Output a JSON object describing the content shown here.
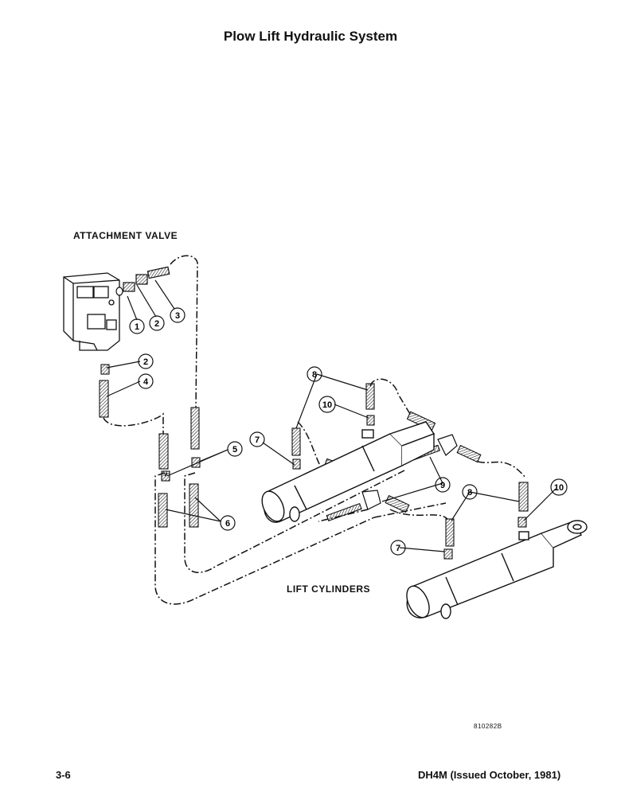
{
  "title": "Plow Lift Hydraulic System",
  "labels": {
    "attachment_valve": "ATTACHMENT VALVE",
    "lift_cylinders": "LIFT CYLINDERS"
  },
  "drawing_number": "810282B",
  "footer": {
    "page_number": "3-6",
    "document": "DH4M (Issued October, 1981)"
  },
  "callouts": [
    {
      "id": "c1",
      "text": "1"
    },
    {
      "id": "c2a",
      "text": "2"
    },
    {
      "id": "c3",
      "text": "3"
    },
    {
      "id": "c2b",
      "text": "2"
    },
    {
      "id": "c4",
      "text": "4"
    },
    {
      "id": "c5",
      "text": "5"
    },
    {
      "id": "c6",
      "text": "6"
    },
    {
      "id": "c7a",
      "text": "7"
    },
    {
      "id": "c8a",
      "text": "8"
    },
    {
      "id": "c10a",
      "text": "10"
    },
    {
      "id": "c9",
      "text": "9"
    },
    {
      "id": "c8b",
      "text": "8"
    },
    {
      "id": "c10b",
      "text": "10"
    },
    {
      "id": "c7b",
      "text": "7"
    }
  ]
}
